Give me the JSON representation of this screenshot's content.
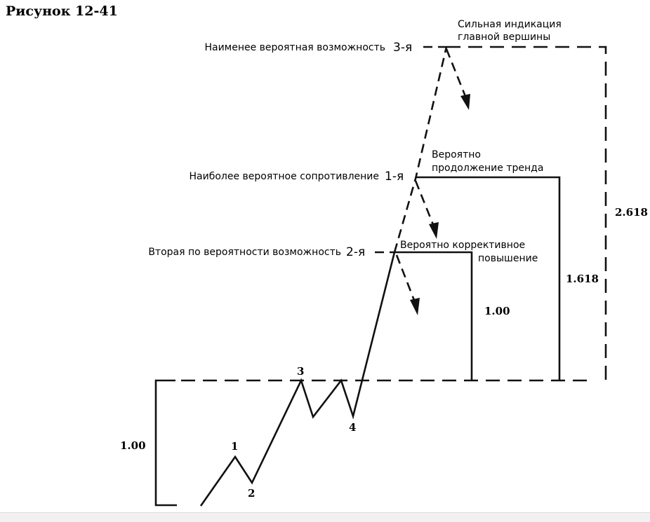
{
  "figure": {
    "title": "Рисунок 12-41"
  },
  "levels": {
    "third": {
      "label": "Наименее вероятная возможность",
      "rank": "3-я",
      "note_line1": "Сильная индикация",
      "note_line2": "главной вершины"
    },
    "first": {
      "label": "Наиболее вероятное сопротивление",
      "rank": "1-я",
      "note_line1": "Вероятно",
      "note_line2": "продолжение тренда"
    },
    "second": {
      "label": "Вторая по вероятности возможность",
      "rank": "2-я",
      "note_line1": "Вероятно коррективное",
      "note_line2": "повышение"
    }
  },
  "ratios": {
    "base_wave": "1.00",
    "level_100": "1.00",
    "level_1618": "1.618",
    "level_2618": "2.618"
  },
  "waves": {
    "w1": "1",
    "w2": "2",
    "w3": "3",
    "w4": "4"
  }
}
